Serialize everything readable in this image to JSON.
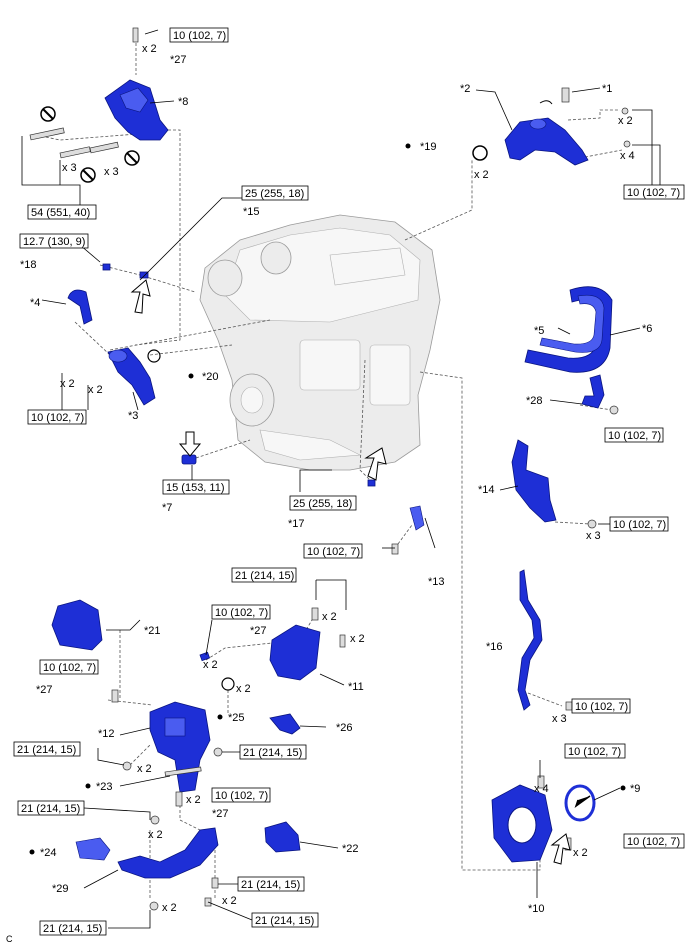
{
  "corner_label": "C",
  "callouts": {
    "c1": "*1",
    "c2": "*2",
    "c3": "*3",
    "c4": "*4",
    "c5": "*5",
    "c6": "*6",
    "c7": "*7",
    "c8": "*8",
    "c9": "*9",
    "c10": "*10",
    "c11": "*11",
    "c12": "*12",
    "c13": "*13",
    "c14": "*14",
    "c15": "*15",
    "c16": "*16",
    "c17": "*17",
    "c18": "*18",
    "c19": "*19",
    "c20": "*20",
    "c21": "*21",
    "c22": "*22",
    "c23": "*23",
    "c24": "*24",
    "c25": "*25",
    "c26": "*26",
    "c27": "*27",
    "c28": "*28",
    "c29": "*29"
  },
  "torques": {
    "t10": "10 (102, 7)",
    "t21": "21 (214, 15)",
    "t25": "25 (255, 18)",
    "t54": "54 (551, 40)",
    "t127": "12.7 (130, 9)",
    "t15": "15 (153, 11)"
  },
  "qty": {
    "x2": "x 2",
    "x3": "x 3",
    "x4": "x 4"
  }
}
